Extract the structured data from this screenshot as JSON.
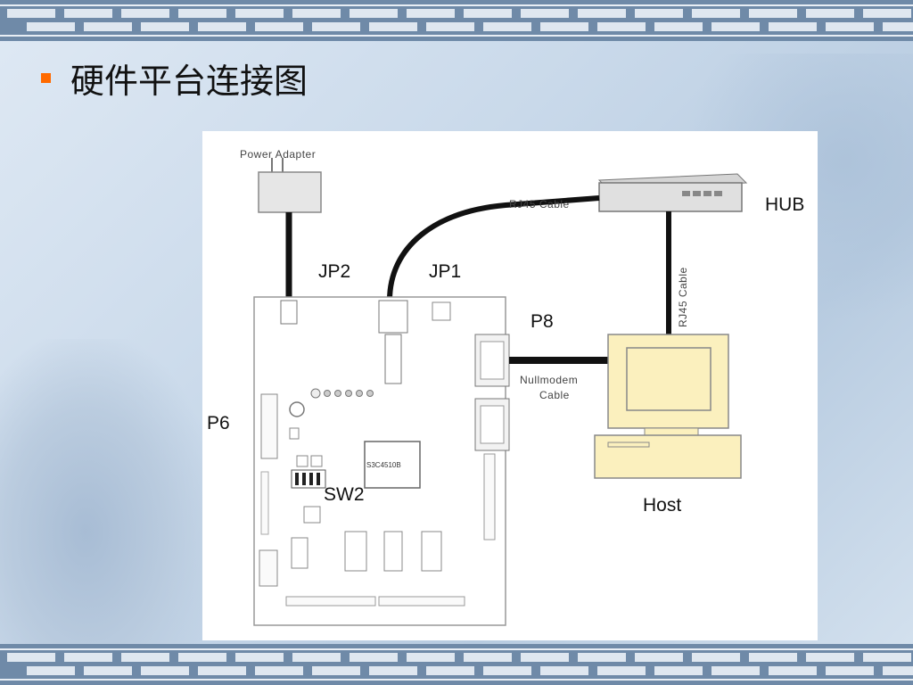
{
  "slide": {
    "title": "硬件平台连接图",
    "bullet_color": "#ff6a00"
  },
  "diagram": {
    "labels": {
      "power_adapter": "Power Adapter",
      "rj45_top": "RJ45 Cable",
      "hub": "HUB",
      "rj45_vertical": "RJ45 Cable",
      "jp2": "JP2",
      "jp1": "JP1",
      "p8": "P8",
      "nullmodem_line1": "Nullmodem",
      "nullmodem_line2": "Cable",
      "p6": "P6",
      "chip": "S3C4510B",
      "sw2": "SW2",
      "host": "Host"
    },
    "colors": {
      "monitor_fill": "#fbf0be",
      "board_outline": "#999999",
      "cable": "#111111"
    }
  }
}
